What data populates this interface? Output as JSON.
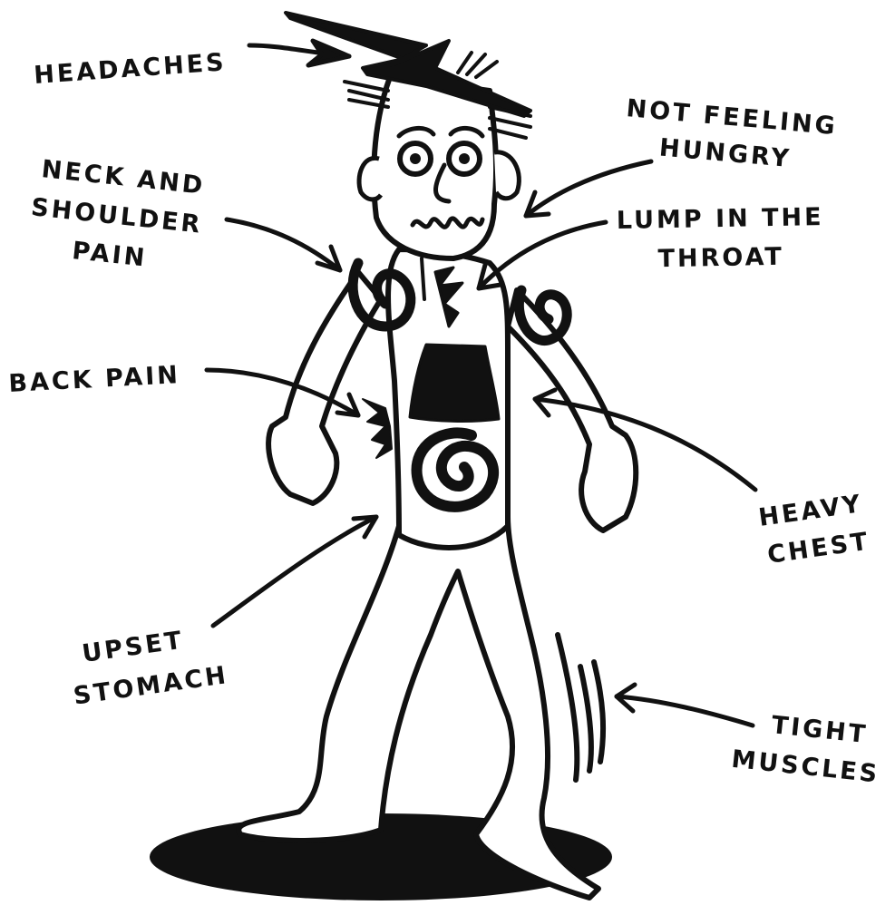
{
  "labels": {
    "headaches": "HEADACHES",
    "not_feeling_hungry": [
      "NOT FEELING",
      "HUNGRY"
    ],
    "neck_and_shoulder_pain": [
      "NECK AND",
      "SHOULDER",
      "PAIN"
    ],
    "lump_in_the_throat": [
      "LUMP IN THE",
      "THROAT"
    ],
    "back_pain": "BACK PAIN",
    "heavy_chest": [
      "HEAVY",
      "CHEST"
    ],
    "upset_stomach": [
      "UPSET",
      "STOMACH"
    ],
    "tight_muscles": [
      "TIGHT",
      "MUSCLES"
    ]
  },
  "colors": {
    "ink": "#111111",
    "paper": "#ffffff"
  }
}
